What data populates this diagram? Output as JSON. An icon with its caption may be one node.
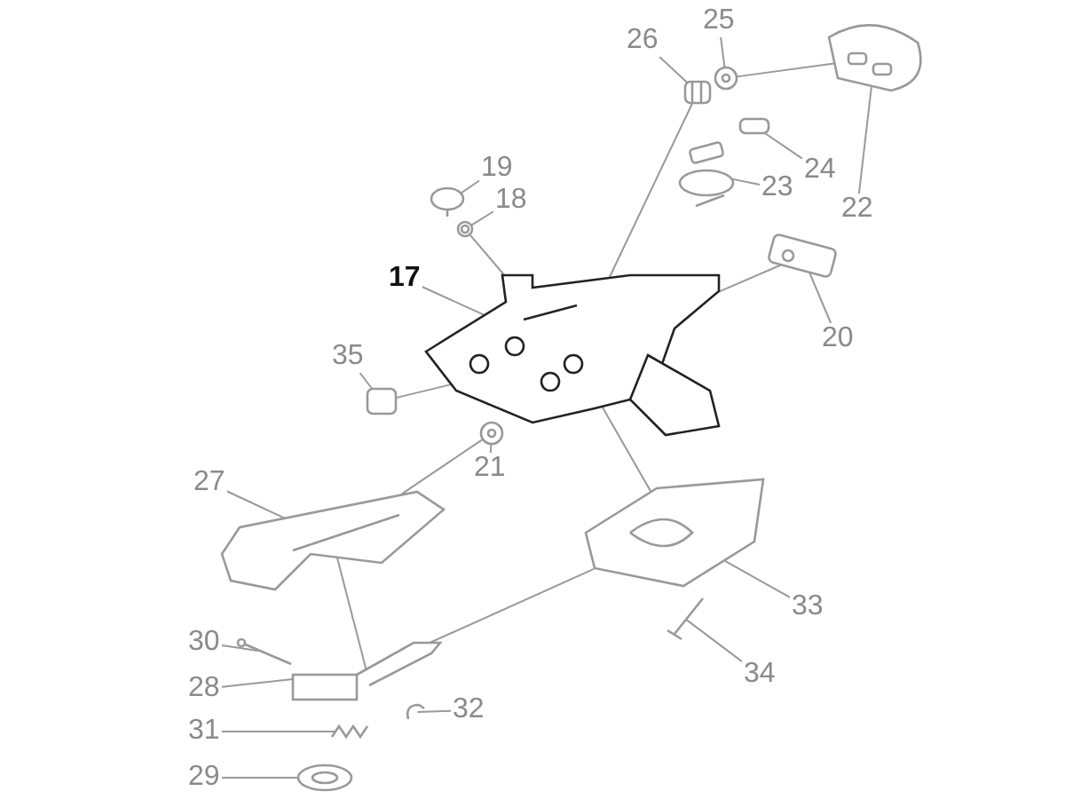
{
  "diagram": {
    "nodes": [
      {
        "text": [
          "26"
        ]
      },
      {
        "text": [],
        "shape": "picture"
      },
      {
        "text": [
          "25"
        ]
      },
      {
        "text": [],
        "shape": "picture"
      },
      {
        "text": [
          "19"
        ]
      },
      {
        "text": [],
        "shape": "picture"
      },
      {
        "text": [
          "18"
        ]
      },
      {
        "text": [],
        "shape": "circle"
      },
      {
        "text": [
          "24"
        ]
      },
      {
        "text": [],
        "shape": "box"
      },
      {
        "text": [
          "23"
        ]
      },
      {
        "text": [],
        "shape": "picture"
      },
      {
        "text": [
          "22"
        ]
      },
      {
        "text": [],
        "shape": "picture"
      },
      {
        "text": [
          "17"
        ]
      },
      {
        "text": [],
        "shape": "picture"
      },
      {
        "text": [
          "20"
        ]
      },
      {
        "text": [],
        "shape": "picture"
      },
      {
        "text": [
          "35"
        ]
      },
      {
        "text": [],
        "shape": "box"
      },
      {
        "text": [
          "21"
        ]
      },
      {
        "text": [],
        "shape": "picture"
      },
      {
        "text": [
          "27"
        ]
      },
      {
        "text": [],
        "shape": "picture"
      },
      {
        "text": [
          "33"
        ]
      },
      {
        "text": [],
        "shape": "picture"
      },
      {
        "text": [
          "30"
        ]
      },
      {
        "text": [],
        "shape": "picture"
      },
      {
        "text": [
          "28"
        ]
      },
      {
        "text": [],
        "shape": "picture"
      },
      {
        "text": [
          "32"
        ]
      },
      {
        "text": [],
        "shape": "picture"
      },
      {
        "text": [
          "31"
        ]
      },
      {
        "text": [],
        "shape": "picture"
      },
      {
        "text": [
          "34"
        ]
      },
      {
        "text": [],
        "shape": "picture"
      },
      {
        "text": [
          "29"
        ]
      },
      {
        "text": [],
        "shape": "picture"
      }
    ],
    "edges": [
      {
        "from": 0,
        "to": 1,
        "arrow": "none"
      },
      {
        "from": 2,
        "to": 3,
        "arrow": "none"
      },
      {
        "from": 4,
        "to": 5,
        "arrow": "none"
      },
      {
        "from": 6,
        "to": 7,
        "arrow": "none"
      },
      {
        "from": 8,
        "to": 9,
        "arrow": "none"
      },
      {
        "from": 10,
        "to": 11,
        "arrow": "none"
      },
      {
        "from": 12,
        "to": 13,
        "arrow": "none"
      },
      {
        "from": 14,
        "to": 15,
        "arrow": "none"
      },
      {
        "from": 16,
        "to": 17,
        "arrow": "none"
      },
      {
        "from": 18,
        "to": 19,
        "arrow": "none"
      },
      {
        "from": 20,
        "to": 21,
        "arrow": "none"
      },
      {
        "from": 22,
        "to": 23,
        "arrow": "none"
      },
      {
        "from": 24,
        "to": 25,
        "arrow": "none"
      },
      {
        "from": 26,
        "to": 27,
        "arrow": "none"
      },
      {
        "from": 28,
        "to": 29,
        "arrow": "none"
      },
      {
        "from": 30,
        "to": 31,
        "arrow": "none"
      },
      {
        "from": 32,
        "to": 33,
        "arrow": "none"
      },
      {
        "from": 34,
        "to": 35,
        "arrow": "none"
      },
      {
        "from": 36,
        "to": 37,
        "arrow": "none"
      },
      {
        "from": 1,
        "to": 15,
        "arrow": "none"
      },
      {
        "from": 3,
        "to": 13,
        "arrow": "none"
      },
      {
        "from": 7,
        "to": 15,
        "arrow": "none"
      },
      {
        "from": 17,
        "to": 15,
        "arrow": "none"
      },
      {
        "from": 19,
        "to": 15,
        "arrow": "none"
      },
      {
        "from": 21,
        "to": 23,
        "arrow": "none"
      },
      {
        "from": 15,
        "to": 25,
        "arrow": "none"
      },
      {
        "from": 23,
        "to": 29,
        "arrow": "none"
      },
      {
        "from": 29,
        "to": 25,
        "arrow": "none"
      }
    ]
  }
}
